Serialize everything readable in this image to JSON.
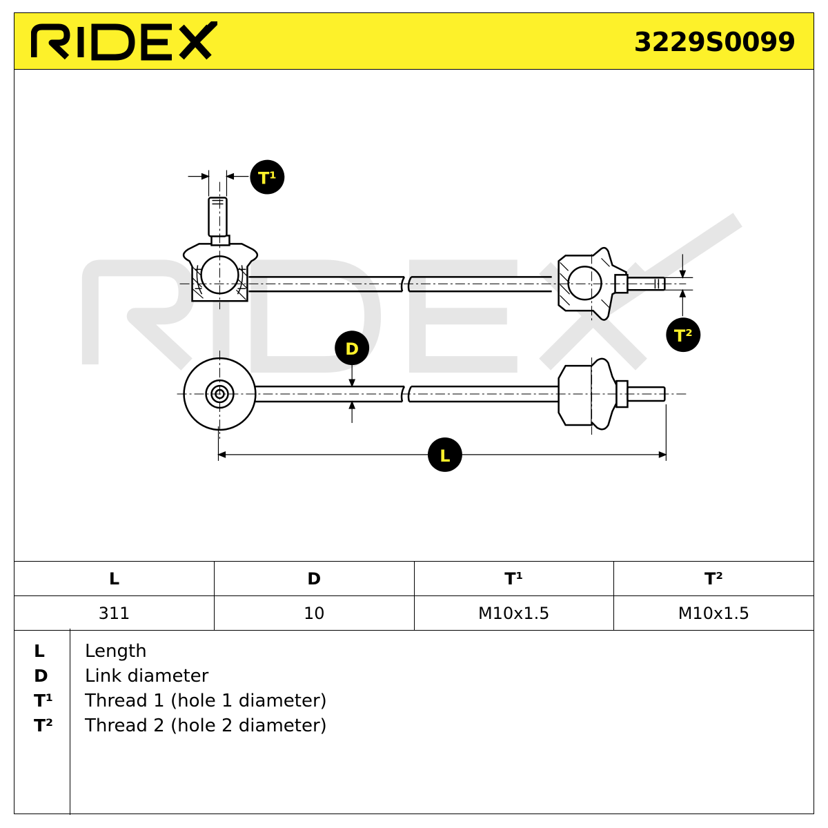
{
  "header": {
    "brand": "RIDEX",
    "part_number": "3229S0099"
  },
  "colors": {
    "header_yellow": "#fdf12a",
    "watermark_grey": "#e6e6e6",
    "marker_fill": "#000000",
    "marker_text": "#fdf12a"
  },
  "drawing": {
    "watermark": "RIDEX",
    "markers": {
      "t1": "T¹",
      "t2": "T²",
      "d": "D",
      "l": "L"
    }
  },
  "table": {
    "headers": [
      "L",
      "D",
      "T¹",
      "T²"
    ],
    "values": [
      "311",
      "10",
      "M10x1.5",
      "M10x1.5"
    ]
  },
  "legend": [
    {
      "key": "L",
      "desc": "Length"
    },
    {
      "key": "D",
      "desc": "Link diameter"
    },
    {
      "key": "T¹",
      "desc": "Thread 1 (hole 1 diameter)"
    },
    {
      "key": "T²",
      "desc": "Thread 2 (hole 2 diameter)"
    }
  ]
}
